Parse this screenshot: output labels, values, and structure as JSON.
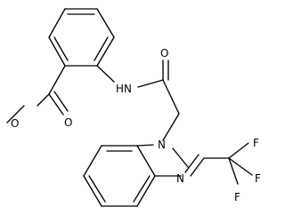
{
  "molecule": {
    "atoms": {
      "ester_oxygen": "O",
      "methoxy_oxygen": "O",
      "carbonyl_oxygen": "O",
      "amide_nitrogen": "HN",
      "ring_n1": "N",
      "ring_n3": "N",
      "fluorine_1": "F",
      "fluorine_2": "F",
      "fluorine_3": "F"
    }
  }
}
